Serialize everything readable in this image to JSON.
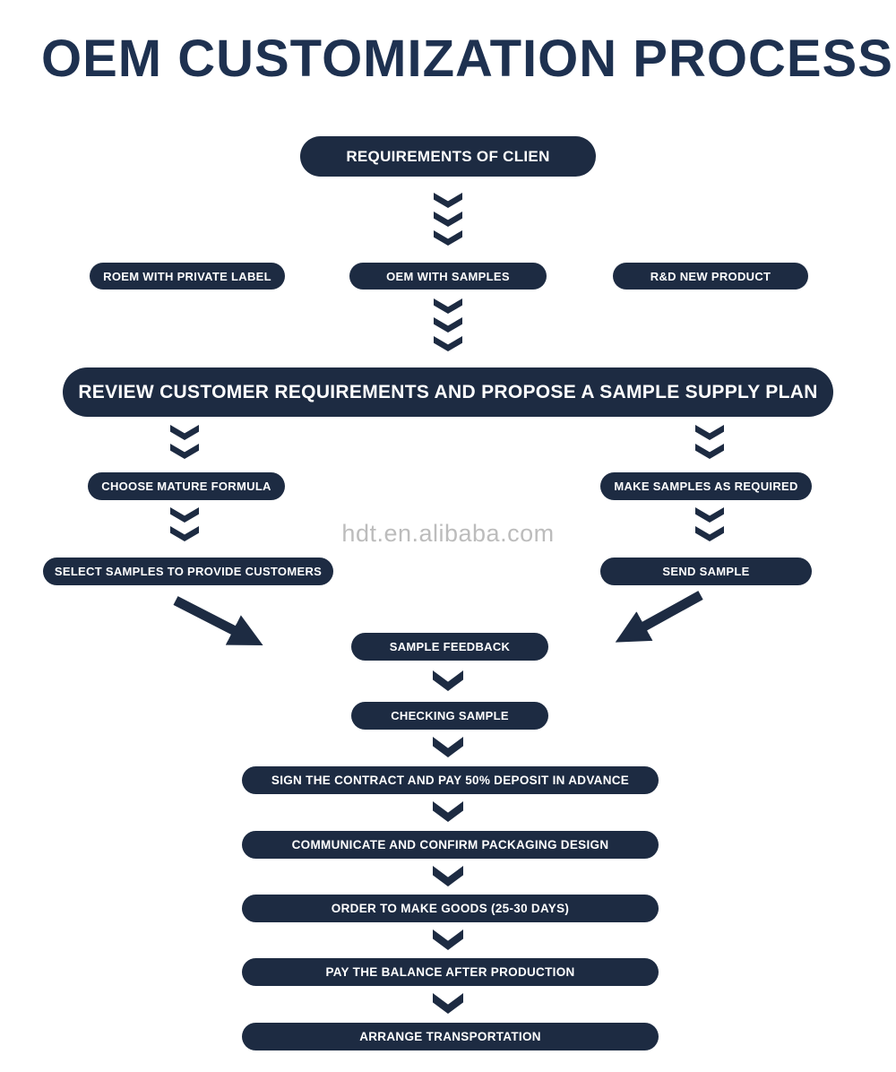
{
  "title": "OEM CUSTOMIZATION PROCESS",
  "watermark": "hdt.en.alibaba.com",
  "colors": {
    "navy": "#1d2b42",
    "title": "#1e3150",
    "watermark_gray": "#bcbcbc",
    "background": "#ffffff"
  },
  "flow": {
    "requirements": "REQUIREMENTS OF CLIEN",
    "branch_left": "ROEM WITH PRIVATE LABEL",
    "branch_center": "OEM WITH SAMPLES",
    "branch_right": "R&D NEW PRODUCT",
    "review": "REVIEW CUSTOMER REQUIREMENTS AND PROPOSE A SAMPLE SUPPLY PLAN",
    "choose_formula": "CHOOSE MATURE FORMULA",
    "make_samples": "MAKE SAMPLES AS REQUIRED",
    "select_samples": "SELECT SAMPLES TO PROVIDE CUSTOMERS",
    "send_sample": "SEND SAMPLE",
    "sample_feedback": "SAMPLE FEEDBACK",
    "checking_sample": "CHECKING SAMPLE",
    "sign_contract": "SIGN THE CONTRACT AND PAY 50% DEPOSIT IN ADVANCE",
    "confirm_packaging": "COMMUNICATE AND CONFIRM PACKAGING DESIGN",
    "order_goods": "ORDER TO MAKE GOODS (25-30 DAYS)",
    "pay_balance": "PAY THE BALANCE AFTER PRODUCTION",
    "arrange_transport": "ARRANGE TRANSPORTATION"
  }
}
